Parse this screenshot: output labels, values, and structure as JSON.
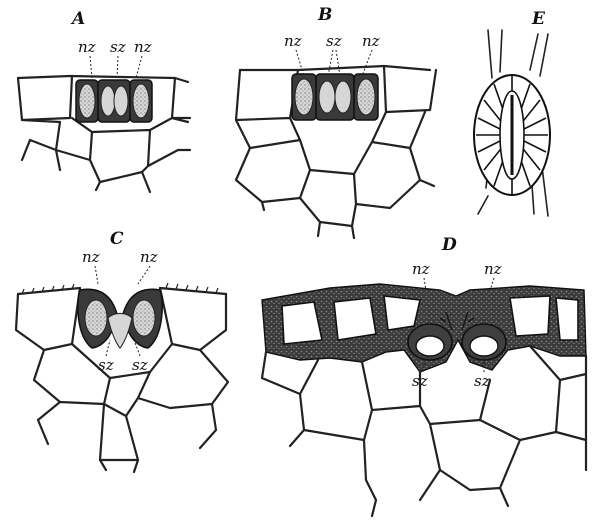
{
  "figure": {
    "panels": [
      {
        "id": "A",
        "labels": [
          "nz",
          "sz",
          "nz"
        ]
      },
      {
        "id": "B",
        "labels": [
          "nz",
          "sz",
          "nz"
        ]
      },
      {
        "id": "C",
        "labels_top": [
          "nz",
          "nz"
        ],
        "labels_bottom": [
          "sz",
          "sz"
        ]
      },
      {
        "id": "D",
        "labels_top": [
          "nz",
          "nz"
        ],
        "labels_bottom": [
          "sz",
          "sz"
        ]
      },
      {
        "id": "E"
      }
    ]
  }
}
